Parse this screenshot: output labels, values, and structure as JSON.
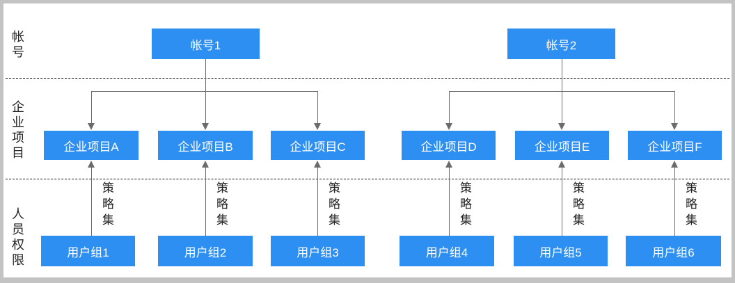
{
  "diagram": {
    "row_labels": {
      "accounts": "帐号",
      "projects": "企业项目",
      "permissions": "人员权限"
    },
    "accounts": [
      {
        "label": "帐号1"
      },
      {
        "label": "帐号2"
      }
    ],
    "projects": [
      {
        "label": "企业项目A"
      },
      {
        "label": "企业项目B"
      },
      {
        "label": "企业项目C"
      },
      {
        "label": "企业项目D"
      },
      {
        "label": "企业项目E"
      },
      {
        "label": "企业项目F"
      }
    ],
    "user_groups": [
      {
        "label": "用户组1"
      },
      {
        "label": "用户组2"
      },
      {
        "label": "用户组3"
      },
      {
        "label": "用户组4"
      },
      {
        "label": "用户组5"
      },
      {
        "label": "用户组6"
      }
    ],
    "policy_set_label": "策略集",
    "colors": {
      "box_blue": "#2e8ff2",
      "line_gray": "#6b6b6b",
      "divider_black": "#141414",
      "frame_gray": "#c3c3c3"
    }
  }
}
